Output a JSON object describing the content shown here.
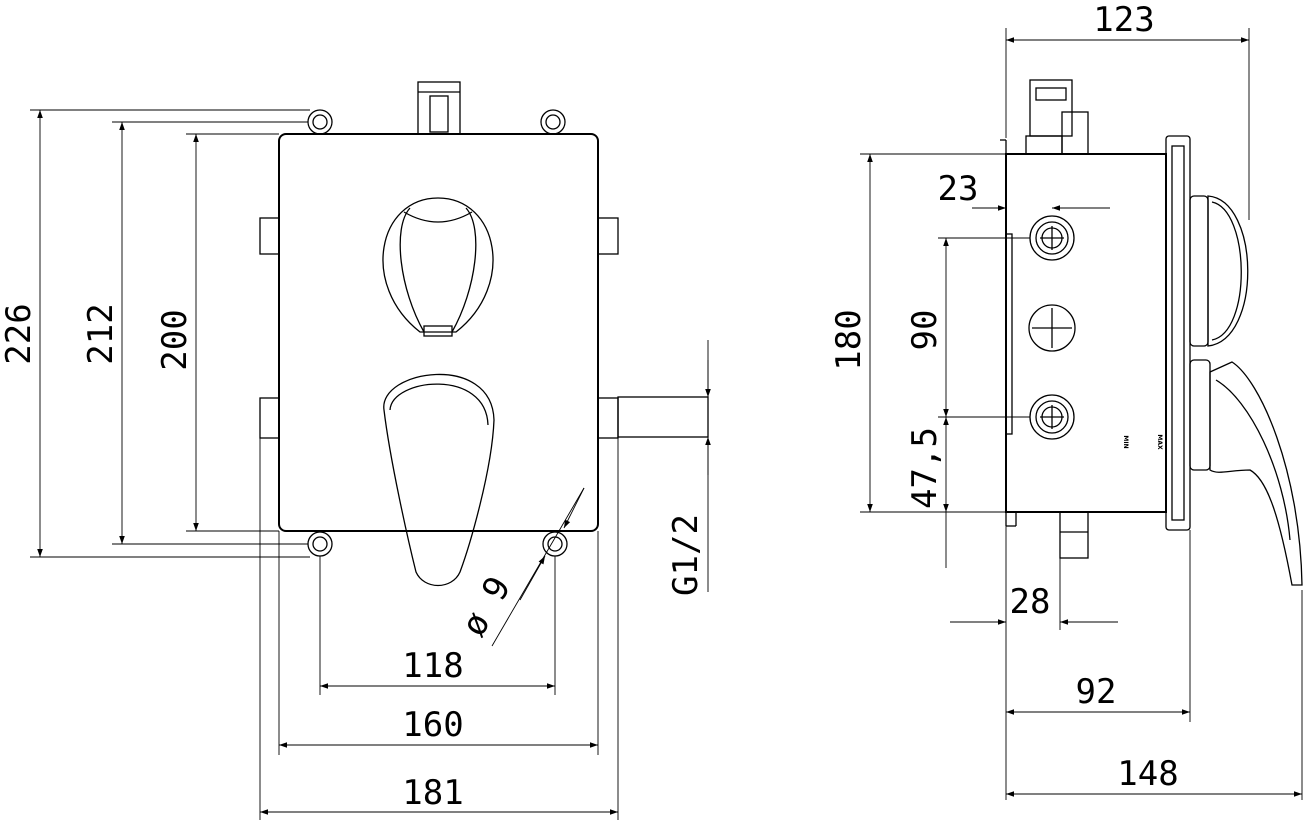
{
  "dimensions": {
    "front": {
      "height_226": "226",
      "height_212": "212",
      "height_200": "200",
      "width_118": "118",
      "width_160": "160",
      "width_181": "181",
      "hole_dia": "ø 9",
      "thread": "G1/2"
    },
    "side": {
      "width_123": "123",
      "offset_23": "23",
      "height_180": "180",
      "spacing_90": "90",
      "offset_47_5": "47,5",
      "depth_28": "28",
      "depth_92": "92",
      "depth_148": "148"
    }
  },
  "labels": {
    "min": "MIN",
    "max": "MAX"
  }
}
